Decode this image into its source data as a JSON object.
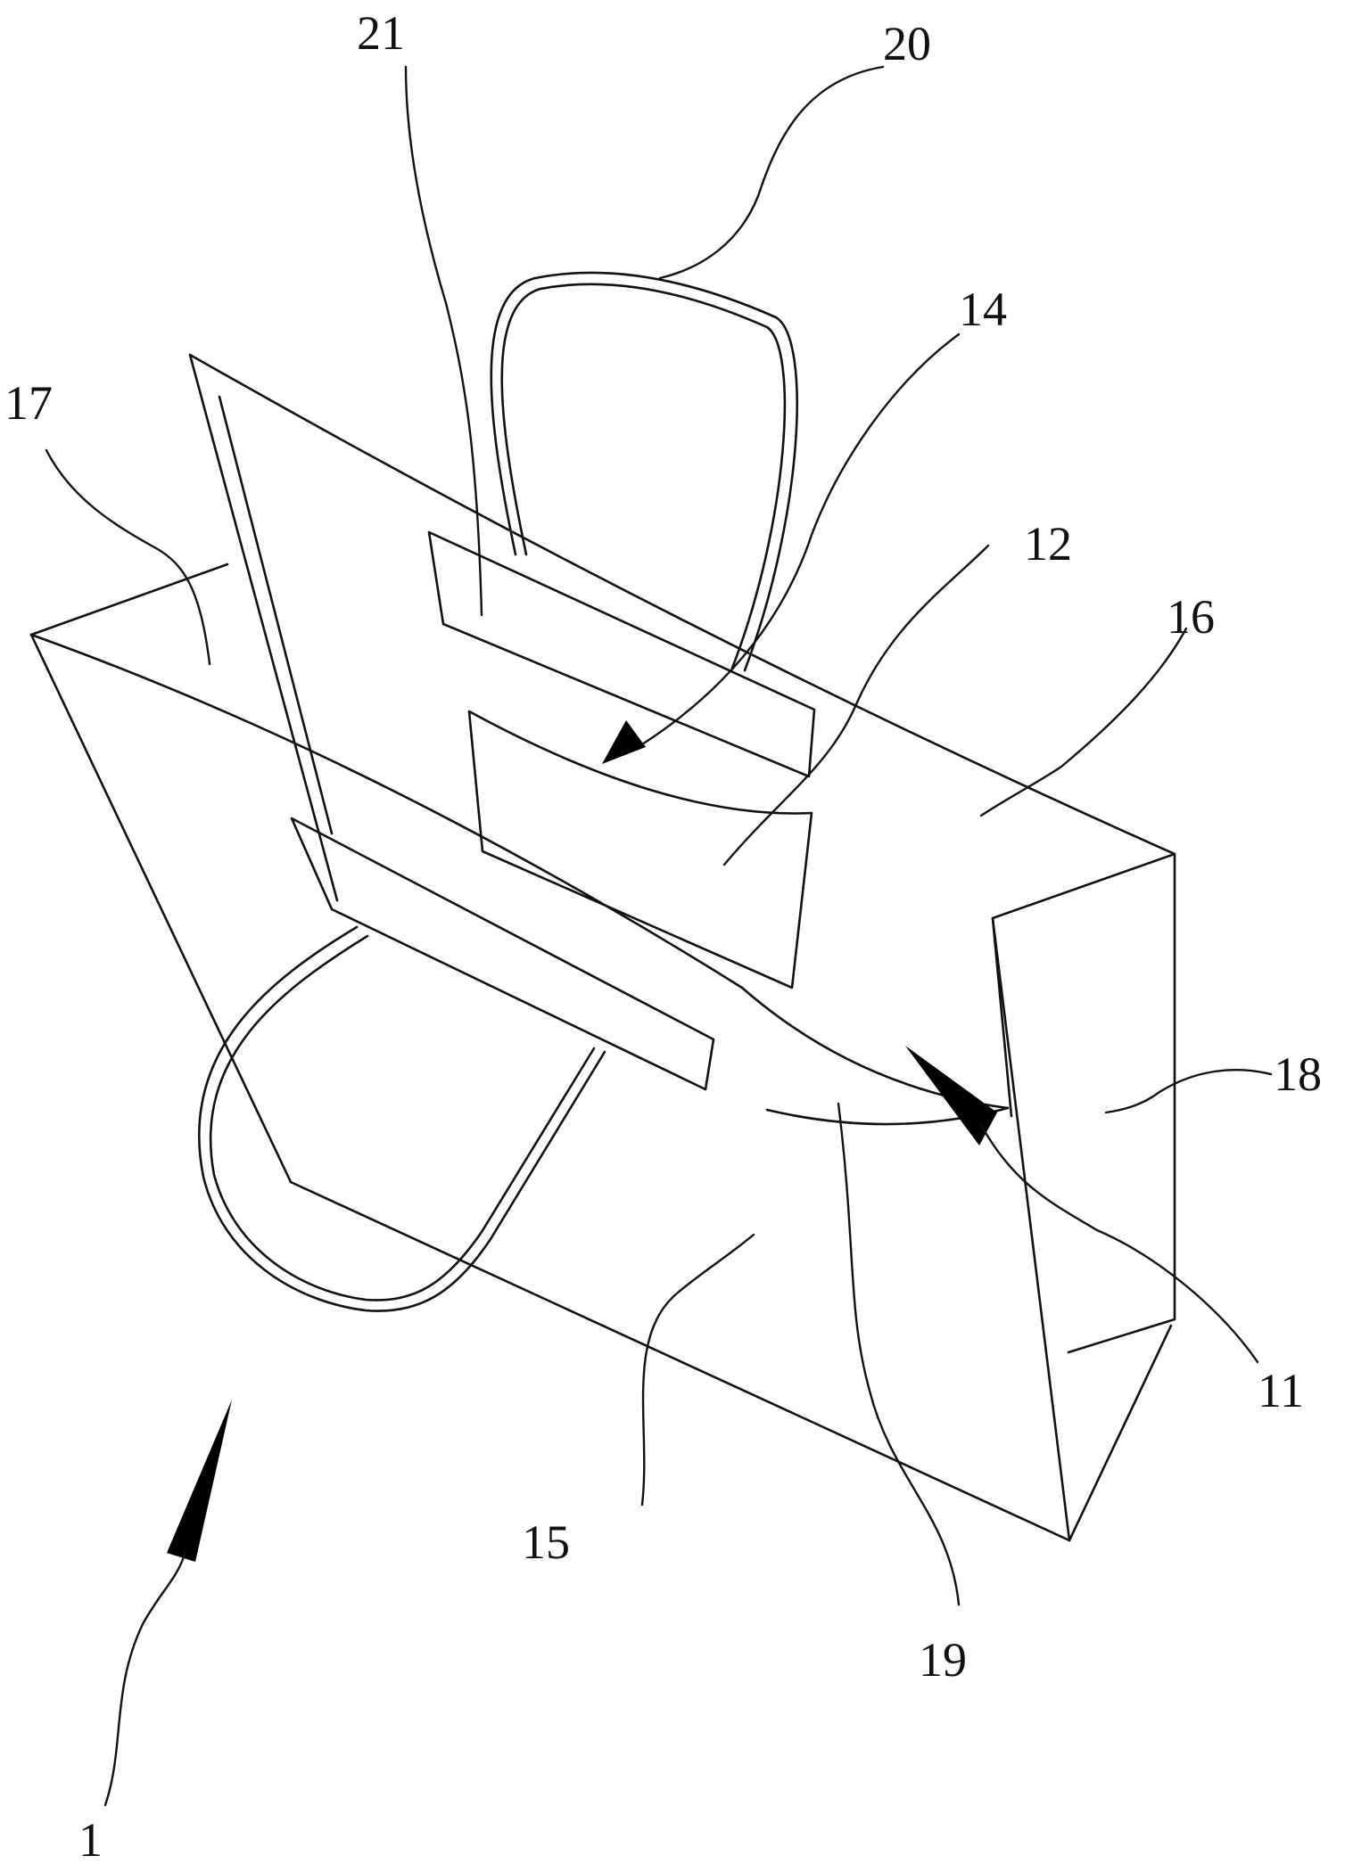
{
  "labels": {
    "l1": "1",
    "l11": "11",
    "l12": "12",
    "l14": "14",
    "l15": "15",
    "l16": "16",
    "l17": "17",
    "l18": "18",
    "l19": "19",
    "l20": "20",
    "l21": "21"
  },
  "colors": {
    "line": "#111111",
    "background": "#ffffff"
  }
}
